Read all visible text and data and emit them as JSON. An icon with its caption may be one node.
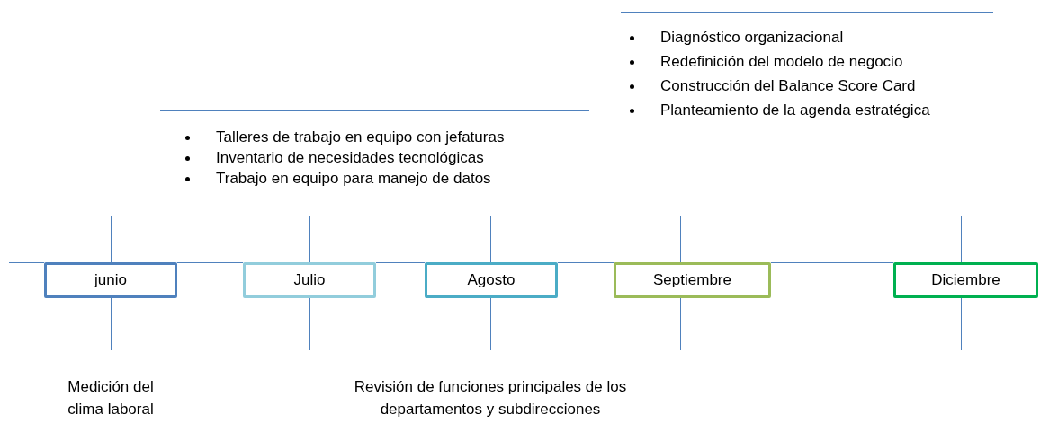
{
  "diagram": {
    "nodes": [
      {
        "text": [
          "junio"
        ]
      },
      {
        "text": [
          "Julio"
        ]
      },
      {
        "text": [
          "Agosto"
        ]
      },
      {
        "text": [
          "Septiembre"
        ]
      },
      {
        "text": [
          "Diciembre"
        ]
      }
    ],
    "edges": [
      {
        "from": null,
        "to": 0,
        "arrow": "none"
      },
      {
        "from": 0,
        "to": 1,
        "arrow": "none"
      },
      {
        "from": 1,
        "to": 2,
        "arrow": "none"
      },
      {
        "from": 2,
        "to": 3,
        "arrow": "none"
      },
      {
        "from": 3,
        "to": 4,
        "arrow": "none"
      }
    ],
    "labels": [
      "Diagnóstico organizacional",
      "Redefinición del modelo de negocio",
      "Construcción del Balance Score Card",
      "Planteamiento de la agenda estratégica",
      "Talleres de trabajo en equipo con jefaturas",
      "Inventario de necesidades tecnológicas",
      "Trabajo en equipo para manejo de datos",
      "Medición del clima laboral",
      "Revisión de funciones principales de los departamentos y subdirecciones"
    ]
  }
}
